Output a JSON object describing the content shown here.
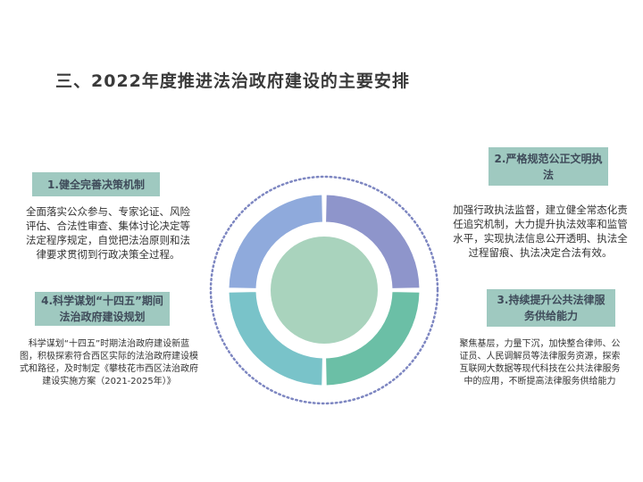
{
  "title": "三、2022年度推进法治政府建设的主要安排",
  "items": [
    {
      "label": "1.健全完善决策机制",
      "text": "全面落实公众参与、专家论证、风险评估、合法性审查、集体讨论决定等法定程序规定，自觉把法治原则和法律要求贯彻到行政决策全过程。"
    },
    {
      "label": "2.严格规范公正文明执法",
      "text": "加强行政执法监督，建立健全常态化责任追究机制，大力提升执法效率和监管水平，实现执法信息公开透明、执法全过程留痕、执法决定合法有效。"
    },
    {
      "label": "3.持续提升公共法律服务供给能力",
      "text": "聚焦基层，力量下沉，加快整合律师、公证员、人民调解员等法律服务资源，探索互联网大数据等现代科技在公共法律服务中的应用，不断提高法律服务供给能力"
    },
    {
      "label": "4.科学谋划“十四五”期间法治政府建设规划",
      "text": "科学谋划“十四五”时期法治政府建设新蓝图，积极探索符合西区实际的法治政府建设模式和路径，及时制定《攀枝花市西区法治政府建设实施方案（2021-2025年）》"
    }
  ],
  "colors": {
    "segment_top_left": "#8faadc",
    "segment_top_right": "#8e95cb",
    "segment_bottom_right": "#6bbfa6",
    "segment_bottom_left": "#79c3c9",
    "center_circle": "#a9d3bd",
    "dotted_ring": "#7d86c1",
    "label_bg": "#9fc9c0"
  }
}
